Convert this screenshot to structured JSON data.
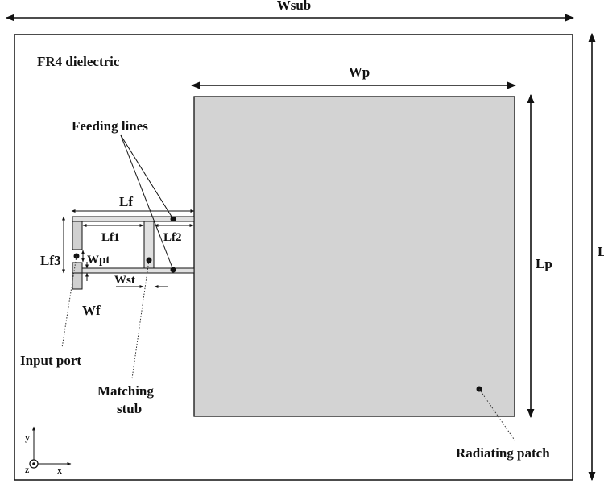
{
  "labels": {
    "w_sub": "Wsub",
    "l_sub": "L",
    "substrate": "FR4 dielectric",
    "w_p": "Wp",
    "l_p": "Lp",
    "feeding_lines": "Feeding lines",
    "l_f": "Lf",
    "l_f1": "Lf1",
    "l_f2": "Lf2",
    "l_f3": "Lf3",
    "w_pt": "Wpt",
    "w_st": "Wst",
    "w_f": "Wf",
    "input_port": "Input port",
    "matching_stub_1": "Matching",
    "matching_stub_2": "stub",
    "radiating_patch": "Radiating patch",
    "axis_y": "y",
    "axis_x": "x",
    "axis_z": "z"
  },
  "colors": {
    "patch_fill": "#d3d3d3",
    "line": "#111111"
  }
}
